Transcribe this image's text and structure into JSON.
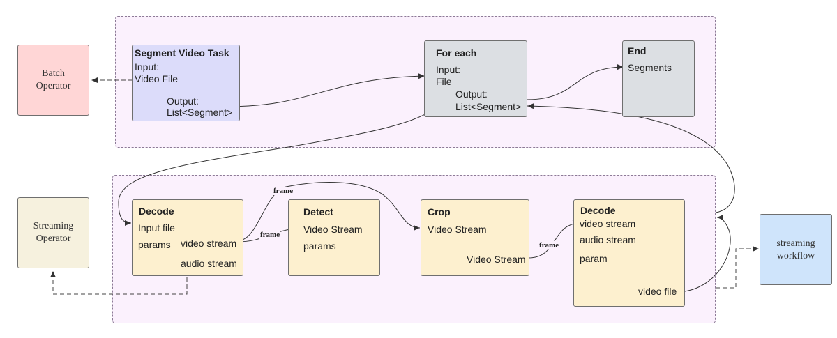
{
  "groups": {
    "batch_group": {},
    "streaming_group": {}
  },
  "operators": {
    "batch_operator": {
      "line1": "Batch",
      "line2": "Operator",
      "fill": "#ffd6d6"
    },
    "streaming_operator": {
      "line1": "Streaming",
      "line2": "Operator",
      "fill": "#f6f1de"
    },
    "streaming_workflow": {
      "line1": "streaming",
      "line2": "workflow",
      "fill": "#cfe4fb"
    }
  },
  "nodes": {
    "segment_video_task": {
      "title": "Segment Video Task",
      "input_label": "Input:",
      "input_value": "Video File",
      "output_label": "Output:",
      "output_value": "List<Segment>",
      "fill": "#dcdcfa"
    },
    "for_each": {
      "title": "For each",
      "input_label": "Input:",
      "input_value": "File",
      "output_label": "Output:",
      "output_value": "List<Segment>",
      "fill": "#dcdfe3"
    },
    "end": {
      "title": "End",
      "output_value": "Segments",
      "fill": "#dcdfe3"
    },
    "decode_first": {
      "title": "Decode",
      "input_file": "Input file",
      "params": "params",
      "video_stream": "video stream",
      "audio_stream": "audio stream",
      "fill": "#fdf0cf"
    },
    "detect": {
      "title": "Detect",
      "video_stream": "Video Stream",
      "params": "params",
      "fill": "#fdf0cf"
    },
    "crop": {
      "title": "Crop",
      "video_stream_in": "Video Stream",
      "video_stream_out": "Video Stream",
      "fill": "#fdf0cf"
    },
    "decode_second": {
      "title": "Decode",
      "video_stream": "video stream",
      "audio_stream": "audio stream",
      "param": "param",
      "video_file": "video file",
      "fill": "#fdf0cf"
    }
  },
  "edge_labels": {
    "decode_to_crop": "frame",
    "decode_to_detect": "frame",
    "crop_to_decode": "frame"
  },
  "colors": {
    "group_border": "#8c7a96",
    "group_fill": "#fbf1fd",
    "edge": "#333333"
  }
}
